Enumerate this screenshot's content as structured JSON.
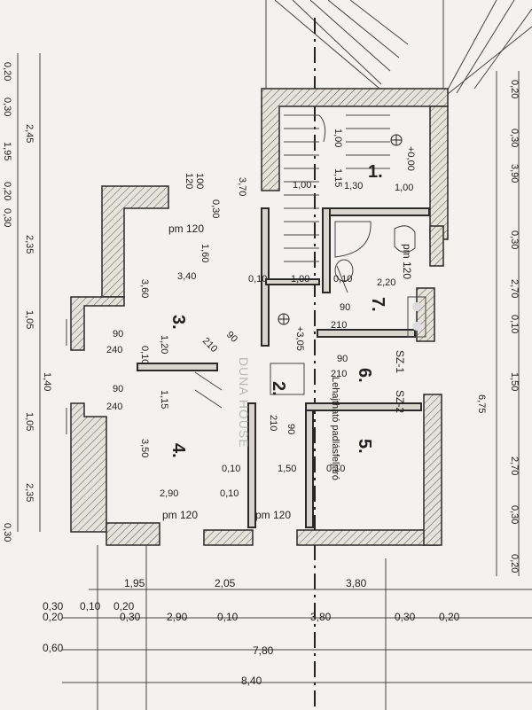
{
  "rooms": [
    {
      "label": "1."
    },
    {
      "label": "2."
    },
    {
      "label": "3."
    },
    {
      "label": "4."
    },
    {
      "label": "5."
    },
    {
      "label": "6."
    },
    {
      "label": "7."
    }
  ],
  "levels": {
    "l1": "+0,00",
    "l2": "+3,05"
  },
  "notes": {
    "pm1": "pm 120",
    "pm2": "pm 120",
    "pm3": "pm 120",
    "pm4": "pm 120",
    "stairs_note": "Lehajtható padlásfeljáró",
    "section_a": "SZ-1",
    "section_b": "SZ-2"
  },
  "dimensions": {
    "d_1_00a": "1,00",
    "d_1_15": "1,15",
    "d_1_30": "1,30",
    "d_1_00b": "1,00",
    "d_1_00c": "1,00",
    "d_3_70": "3,70",
    "d_120a": "120",
    "d_100": "100",
    "d_0_30a": "0,30",
    "d_1_60": "1,60",
    "d_3_40": "3,40",
    "d_0_10a": "0,10",
    "d_1_00d": "1,00",
    "d_0_10b": "0,10",
    "d_2_20": "2,20",
    "d_3_60": "3,60",
    "d_90a": "90",
    "d_210a": "210",
    "d_90b": "90",
    "d_240a": "240",
    "d_90c": "90",
    "d_240b": "240",
    "d_0_10c": "0,10",
    "d_1_20": "1,20",
    "d_90d": "90",
    "d_210b": "210",
    "d_90e": "90",
    "d_210c": "210",
    "d_1_15b": "1,15",
    "d_3_50": "3,50",
    "d_90f": "90",
    "d_210d": "210",
    "d_0_10d": "0,10",
    "d_1_50": "1,50",
    "d_0_10e": "0,10",
    "d_2_90a": "2,90",
    "d_0_10f": "0,10",
    "b_1_95": "1,95",
    "b_2_05": "2,05",
    "b_3_80a": "3,80",
    "b_0_30a": "0,30",
    "b_0_10": "0,10",
    "b_0_20a": "0,20",
    "b_0_20b": "0,20",
    "b_0_30b": "0,30",
    "b_2_90": "2,90",
    "b_0_10b": "0,10",
    "b_3_80b": "3,80",
    "b_0_30c": "0,30",
    "b_0_20c": "0,20",
    "b_0_60": "0,60",
    "b_7_80": "7,80",
    "b_8_40": "8,40",
    "l_0_20": "0,20",
    "l_0_30": "0,30",
    "l_2_45": "2,45",
    "l_1_95": "1,95",
    "l_0_20b": "0,20",
    "l_0_30b": "0,30",
    "l_2_35": "2,35",
    "l_1_05": "1,05",
    "l_1_40": "1,40",
    "l_1_05b": "1,05",
    "l_2_35b": "2,35",
    "l_0_30c": "0,30",
    "r_0_20": "0,20",
    "r_0_30": "0,30",
    "r_3_90": "3,90",
    "r_0_30b": "0,30",
    "r_2_70": "2,70",
    "r_0_10": "0,10",
    "r_1_50": "1,50",
    "r_6_75": "6,75",
    "r_2_70b": "2,70",
    "r_0_30c": "0,30",
    "r_0_20b": "0,20"
  },
  "watermark": "DUNA HOUSE"
}
